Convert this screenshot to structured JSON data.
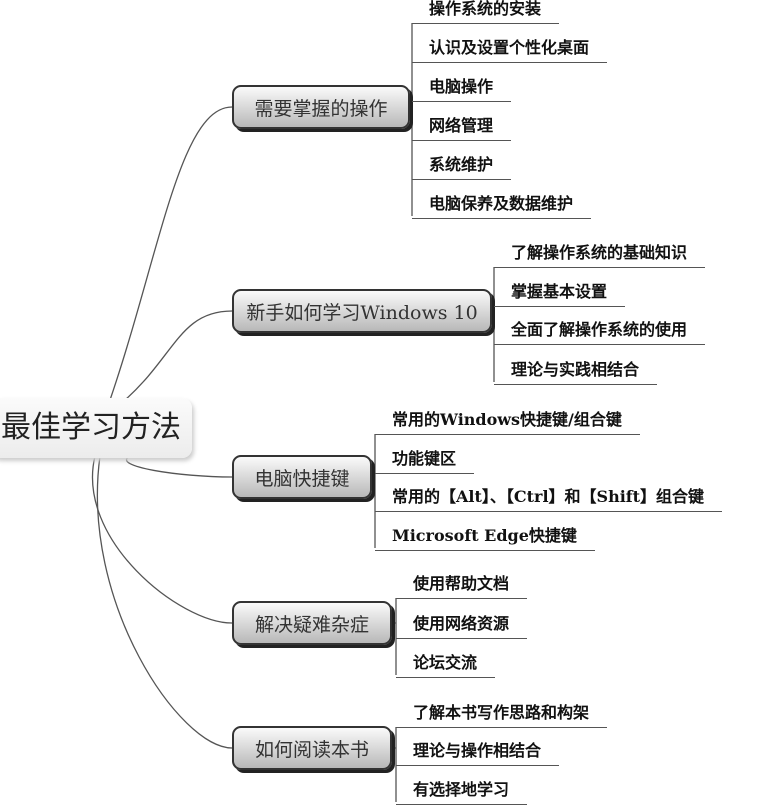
{
  "root": "最佳学习方法",
  "branches": [
    {
      "label": "需要掌握的操作",
      "children": [
        "操作系统的安装",
        "认识及设置个性化桌面",
        "电脑操作",
        "网络管理",
        "系统维护",
        "电脑保养及数据维护"
      ]
    },
    {
      "label": "新手如何学习Windows 10",
      "children": [
        "了解操作系统的基础知识",
        "掌握基本设置",
        "全面了解操作系统的使用",
        "理论与实践相结合"
      ]
    },
    {
      "label": "电脑快捷键",
      "children": [
        "常用的Windows快捷键/组合键",
        "功能键区",
        "常用的【Alt】、【Ctrl】和【Shift】组合键",
        "Microsoft Edge快捷键"
      ]
    },
    {
      "label": "解决疑难杂症",
      "children": [
        "使用帮助文档",
        "使用网络资源",
        "论坛交流"
      ]
    },
    {
      "label": "如何阅读本书",
      "children": [
        "了解本书写作思路和构架",
        "理论与操作相结合",
        "有选择地学习"
      ]
    }
  ]
}
